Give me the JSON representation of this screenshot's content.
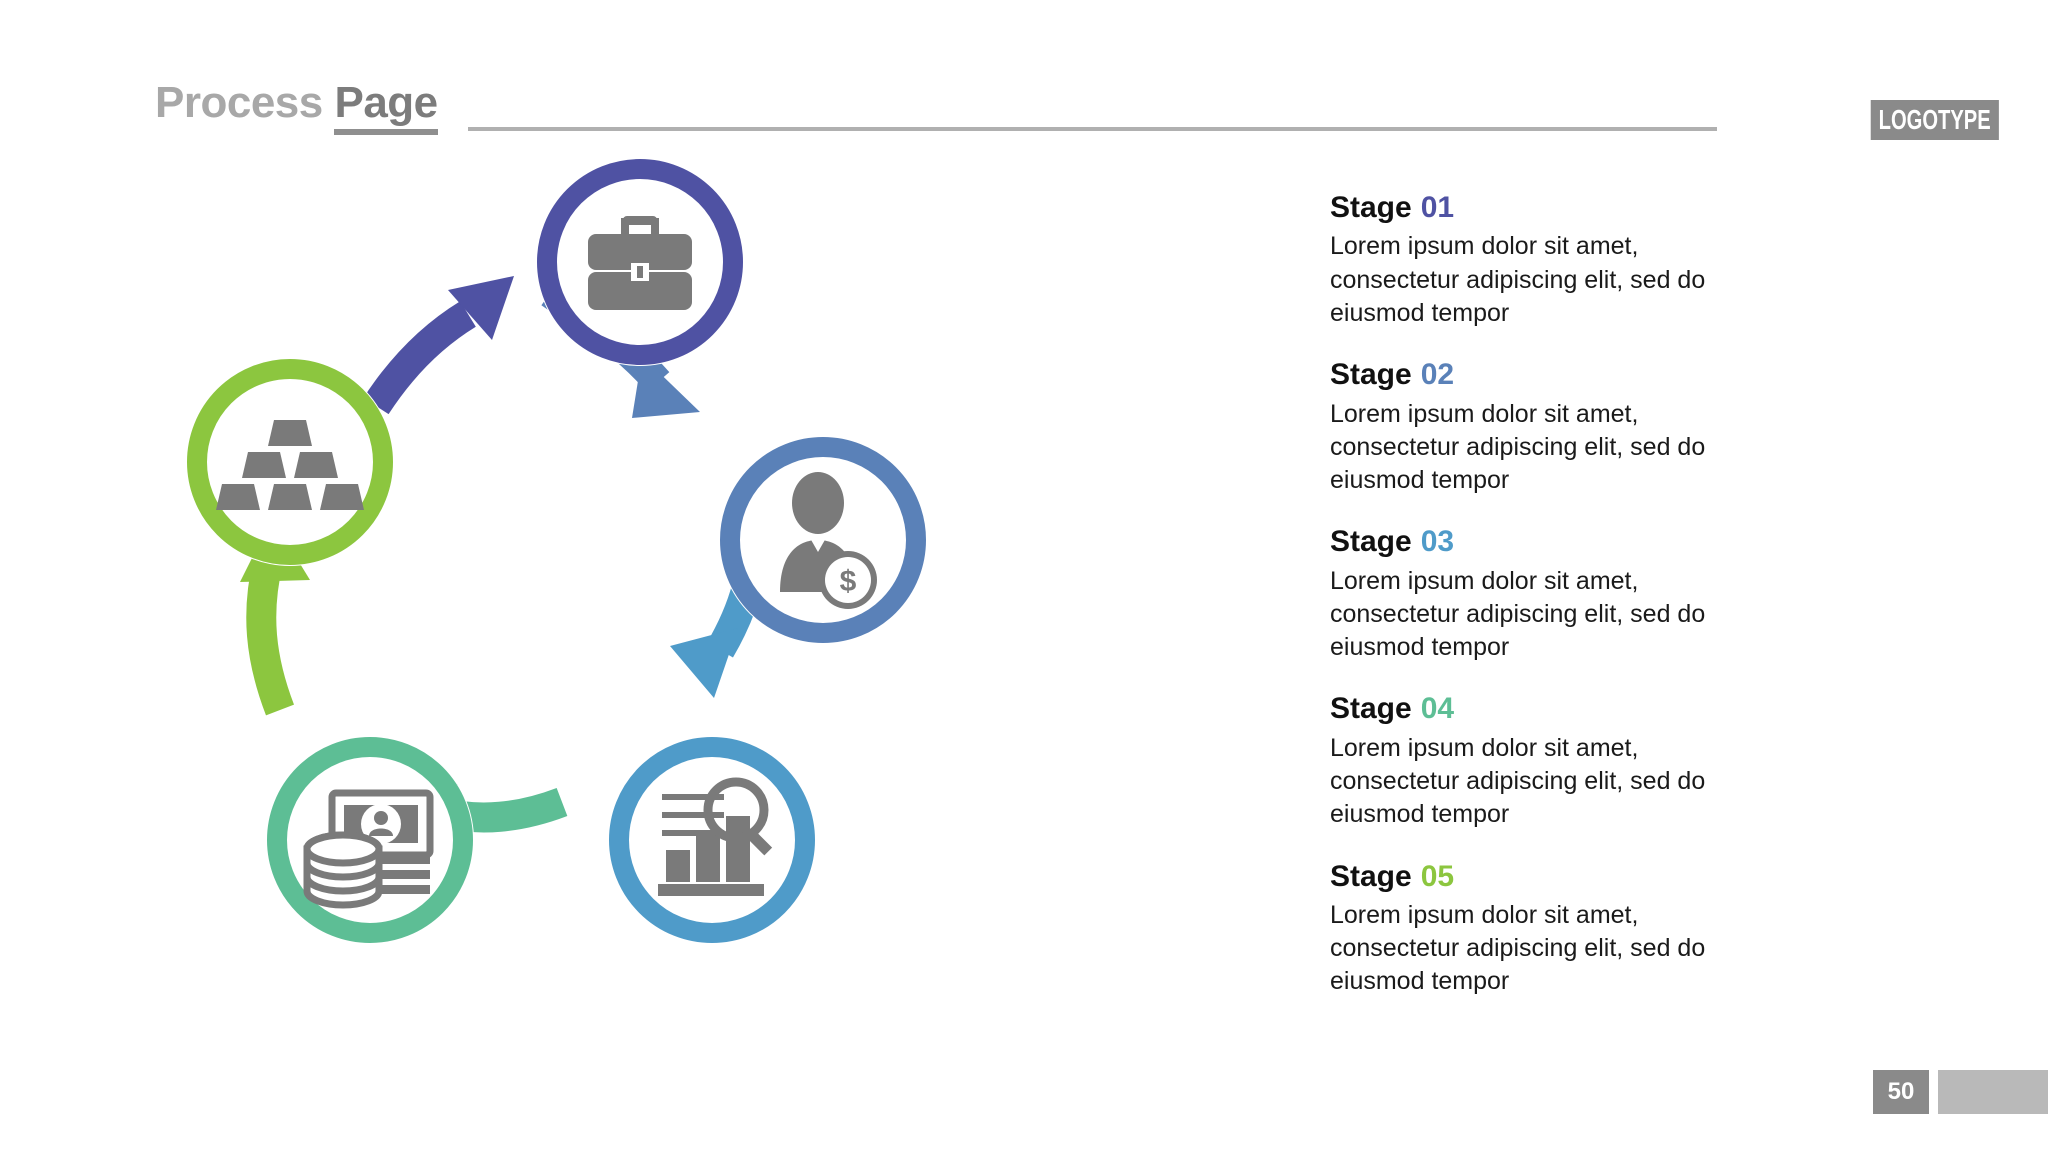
{
  "header": {
    "title_light": "Process",
    "title_dark": "Page",
    "logotype": "LOGOTYPE"
  },
  "footer": {
    "page_number": "50"
  },
  "colors": {
    "stage_01": "#4f52a3",
    "stage_02": "#5a81b8",
    "stage_03": "#4f9bc9",
    "stage_04": "#5dbe95",
    "stage_05": "#8cc63f",
    "icon_gray": "#7a7a7a",
    "title_light": "#a8a8a8",
    "title_dark": "#7c7c7c",
    "rule_gray": "#b0b0b0",
    "logo_gray": "#8a8a8a"
  },
  "diagram": {
    "type": "cycle",
    "direction": "clockwise",
    "nodes": [
      {
        "id": "node-01",
        "icon": "briefcase-icon",
        "color": "#4f52a3",
        "position": "top"
      },
      {
        "id": "node-02",
        "icon": "businessman-dollar-icon",
        "color": "#5a81b8",
        "position": "right"
      },
      {
        "id": "node-03",
        "icon": "bar-chart-magnifier-icon",
        "color": "#4f9bc9",
        "position": "bottom-right"
      },
      {
        "id": "node-04",
        "icon": "banknotes-coins-icon",
        "color": "#5dbe95",
        "position": "bottom-left"
      },
      {
        "id": "node-05",
        "icon": "gold-bars-icon",
        "color": "#8cc63f",
        "position": "left"
      }
    ],
    "arrows": [
      {
        "id": "arrow-01-02",
        "color": "#5a81b8",
        "from": "node-01",
        "to": "node-02"
      },
      {
        "id": "arrow-02-03",
        "color": "#4f9bc9",
        "from": "node-02",
        "to": "node-03"
      },
      {
        "id": "arrow-03-04",
        "color": "#5dbe95",
        "from": "node-03",
        "to": "node-04"
      },
      {
        "id": "arrow-04-05",
        "color": "#8cc63f",
        "from": "node-04",
        "to": "node-05"
      },
      {
        "id": "arrow-05-01",
        "color": "#4f52a3",
        "from": "node-05",
        "to": "node-01"
      }
    ]
  },
  "stages": [
    {
      "label": "Stage",
      "number": "01",
      "number_color": "#4f52a3",
      "body": "Lorem ipsum dolor sit amet, consectetur adipiscing elit, sed do eiusmod tempor"
    },
    {
      "label": "Stage",
      "number": "02",
      "number_color": "#5a81b8",
      "body": "Lorem ipsum dolor sit amet, consectetur adipiscing elit, sed do eiusmod tempor"
    },
    {
      "label": "Stage",
      "number": "03",
      "number_color": "#4f9bc9",
      "body": "Lorem ipsum dolor sit amet, consectetur adipiscing elit, sed do eiusmod tempor"
    },
    {
      "label": "Stage",
      "number": "04",
      "number_color": "#5dbe95",
      "body": "Lorem ipsum dolor sit amet, consectetur adipiscing elit, sed do eiusmod tempor"
    },
    {
      "label": "Stage",
      "number": "05",
      "number_color": "#8cc63f",
      "body": "Lorem ipsum dolor sit amet, consectetur adipiscing elit, sed do eiusmod tempor"
    }
  ]
}
